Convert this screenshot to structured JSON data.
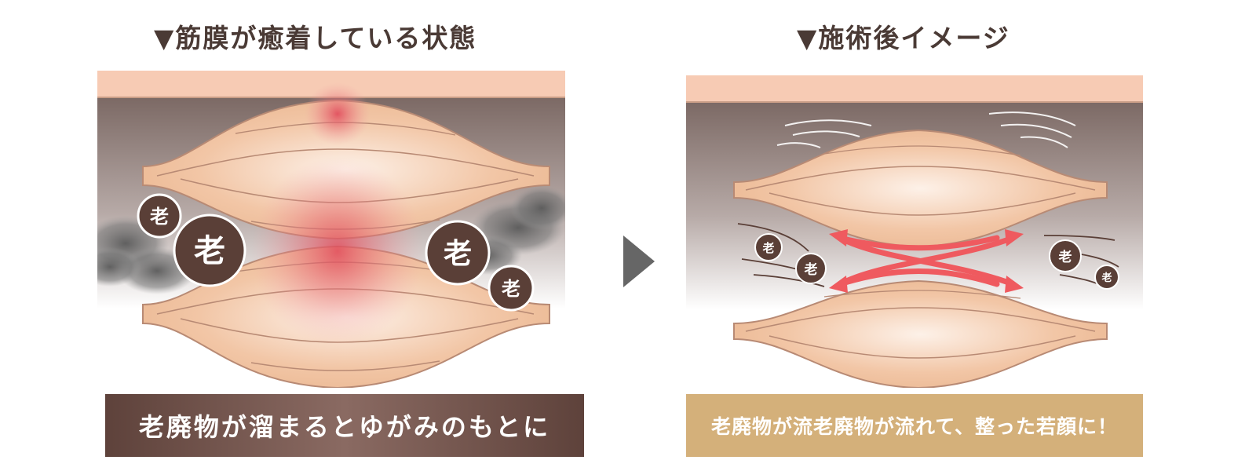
{
  "titles": {
    "left": "▼筋膜が癒着している状態",
    "right": "▼施術後イメージ"
  },
  "captions": {
    "left": "老廃物が溜まるとゆがみのもとに",
    "right": "老廃物が流老廃物が流れて、整った若顔に！"
  },
  "badges": {
    "left": [
      "老",
      "老",
      "老",
      "老"
    ],
    "right": [
      "老",
      "老",
      "老",
      "老"
    ]
  },
  "colors": {
    "skin": "#f7cbb4",
    "muscle": "#eebc98",
    "muscle_outline": "#b88a74",
    "fascia_dark": "#6e5a55",
    "inflammation": "#e14a5a",
    "badge": "#5a3f37",
    "arrow": "#ef5a5f",
    "caption_left": "#6d4f47",
    "caption_right": "#d4b07a",
    "divider_arrow": "#666666"
  },
  "icons": {
    "between_panels": "play-triangle-icon",
    "title_marker": "down-triangle-icon"
  }
}
